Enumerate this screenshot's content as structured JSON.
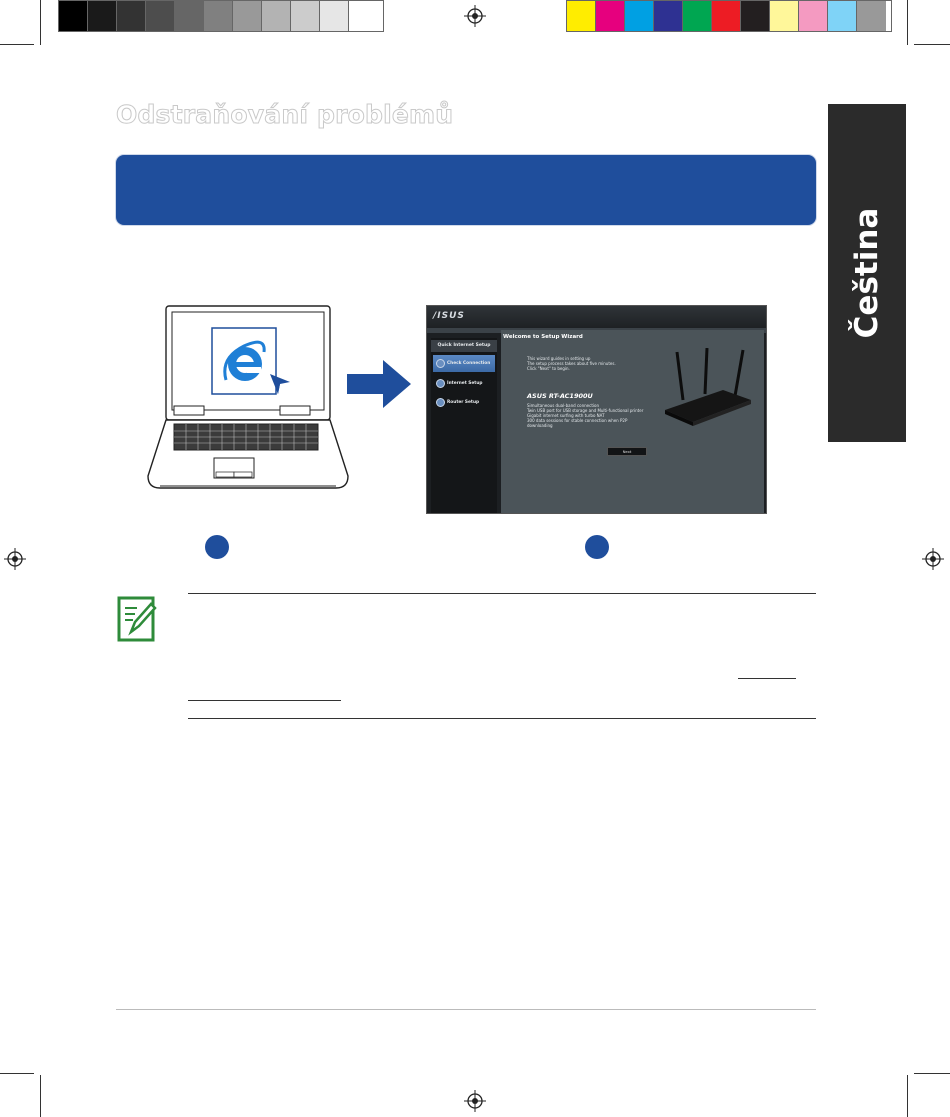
{
  "page": {
    "title": "Odstraňování problémů",
    "side_tab": "Čeština"
  },
  "colors": {
    "banner": "#1f4e9c",
    "side_tab": "#2b2b2b",
    "note_icon": "#2e8b3a",
    "grayscale": [
      "#000000",
      "#1a1a1a",
      "#333333",
      "#4d4d4d",
      "#666666",
      "#808080",
      "#999999",
      "#b3b3b3",
      "#cccccc",
      "#e6e6e6",
      "#ffffff"
    ],
    "process": [
      "#ffed00",
      "#e6007e",
      "#00a0e3",
      "#2e3192",
      "#00a651",
      "#ed1c24",
      "#231f20",
      "#fff79a",
      "#f49ac1",
      "#7fd3f7",
      "#999999"
    ]
  },
  "router_ui": {
    "logo": "/ISUS",
    "sidebar_heading": "Quick Internet Setup",
    "menu": [
      {
        "label": "Check Connection",
        "active": true
      },
      {
        "label": "Internet Setup",
        "active": false
      },
      {
        "label": "Router Setup",
        "active": false
      }
    ],
    "page_heading": "Welcome to Setup Wizard",
    "intro": [
      "This wizard guides in setting up",
      "The setup process takes about five minutes.",
      "Click \"Next\" to begin."
    ],
    "model": "ASUS RT-AC1900U",
    "features": [
      "Simultaneous dual-band connection",
      "Twin USB port for USB storage and Multi-functional printer",
      "Gigabit internet surfing with turbo NAT",
      "300 data sessions for stable connection when P2P",
      "downloading"
    ],
    "next_button": "Next"
  },
  "illustrations": {
    "browser_icon": "internet-explorer-icon",
    "cursor_icon": "arrow-cursor-icon",
    "flow_arrow": "right-arrow-icon",
    "note_icon": "note-pencil-icon"
  }
}
